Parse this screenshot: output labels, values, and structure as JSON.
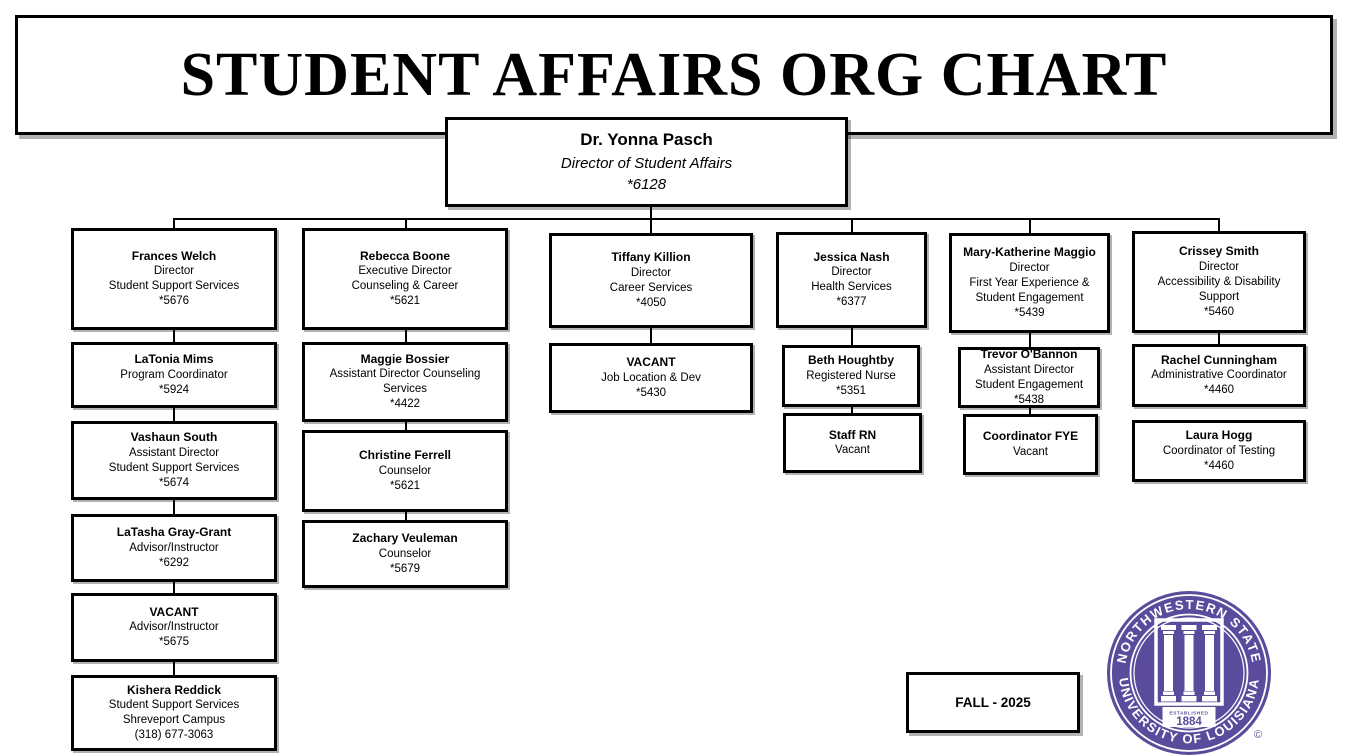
{
  "page_title": "STUDENT AFFAIRS ORG CHART",
  "root_box": {
    "name": "Dr. Yonna Pasch",
    "title": "Director of Student Affairs",
    "ext": "*6128"
  },
  "columns": [
    {
      "boxes": [
        {
          "name": "Frances Welch",
          "lines": [
            "Director",
            "Student Support Services",
            "*5676"
          ]
        },
        {
          "name": "LaTonia Mims",
          "lines": [
            "Program Coordinator",
            "*5924"
          ]
        },
        {
          "name": "Vashaun South",
          "lines": [
            "Assistant Director",
            "Student Support Services",
            "*5674"
          ]
        },
        {
          "name": "LaTasha Gray-Grant",
          "lines": [
            "Advisor/Instructor",
            "*6292"
          ]
        },
        {
          "name": "VACANT",
          "lines": [
            "Advisor/Instructor",
            "*5675"
          ]
        },
        {
          "name": "Kishera Reddick",
          "lines": [
            "Student Support Services",
            "Shreveport Campus",
            "(318) 677-3063"
          ]
        }
      ]
    },
    {
      "boxes": [
        {
          "name": "Rebecca Boone",
          "lines": [
            "Executive Director",
            "Counseling & Career",
            "*5621"
          ]
        },
        {
          "name": "Maggie Bossier",
          "lines": [
            "Assistant Director Counseling Services",
            "*4422"
          ]
        },
        {
          "name": "Christine Ferrell",
          "lines": [
            "Counselor",
            "*5621"
          ]
        },
        {
          "name": "Zachary Veuleman",
          "lines": [
            "Counselor",
            "*5679"
          ]
        }
      ]
    },
    {
      "boxes": [
        {
          "name": "Tiffany Killion",
          "lines": [
            "Director",
            "Career Services",
            "*4050"
          ]
        },
        {
          "name": "VACANT",
          "lines": [
            "Job Location & Dev",
            "*5430"
          ]
        }
      ]
    },
    {
      "boxes": [
        {
          "name": "Jessica Nash",
          "lines": [
            "Director",
            "Health Services",
            "*6377"
          ]
        },
        {
          "name": "Beth Houghtby",
          "lines": [
            "Registered Nurse",
            "*5351"
          ]
        },
        {
          "name": "Staff RN",
          "lines": [
            "Vacant"
          ]
        }
      ]
    },
    {
      "boxes": [
        {
          "name": "Mary-Katherine Maggio",
          "lines": [
            "Director",
            "First Year Experience & Student Engagement",
            "*5439"
          ]
        },
        {
          "name": "Trevor O'Bannon",
          "lines": [
            "Assistant Director",
            "Student Engagement",
            "*5438"
          ]
        },
        {
          "name": "Coordinator FYE",
          "lines": [
            "Vacant"
          ]
        }
      ]
    },
    {
      "boxes": [
        {
          "name": "Crissey Smith",
          "lines": [
            "Director",
            "Accessibility & Disability Support",
            "*5460"
          ]
        },
        {
          "name": "Rachel Cunningham",
          "lines": [
            "Administrative Coordinator",
            "*4460"
          ]
        },
        {
          "name": "Laura Hogg",
          "lines": [
            "Coordinator of Testing",
            "*4460"
          ]
        }
      ]
    }
  ],
  "footer": {
    "term_label": "FALL - 2025"
  },
  "seal": {
    "ring_top": "NORTHWESTERN STATE",
    "ring_bottom": "UNIVERSITY OF LOUISIANA",
    "established_label": "ESTABLISHED",
    "established_year": "1884",
    "copyright": "©"
  },
  "colors": {
    "seal_purple": "#5b4b9c",
    "line_color": "#000000"
  }
}
